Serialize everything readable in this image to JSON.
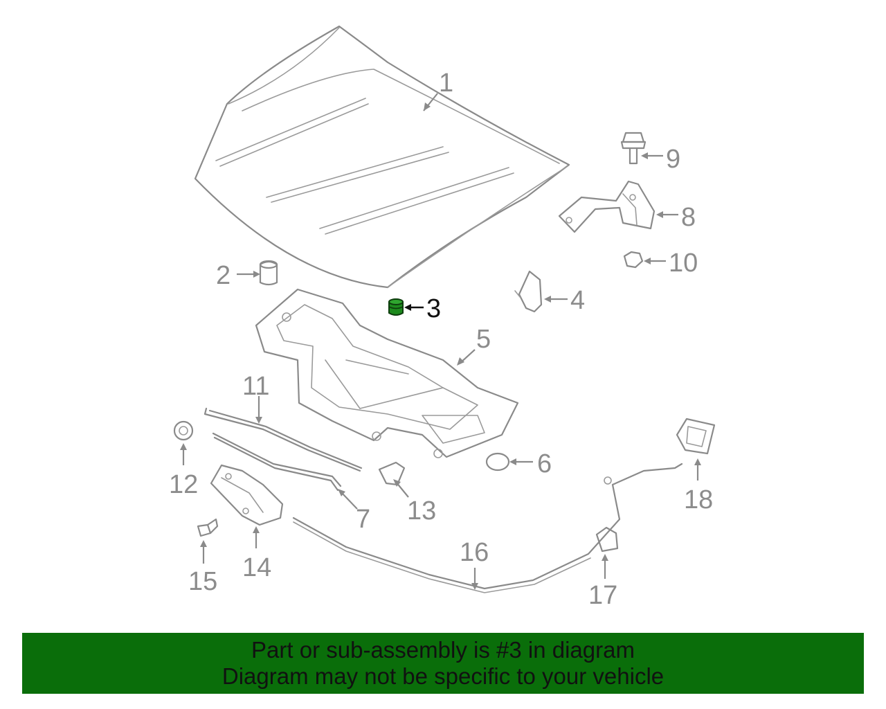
{
  "colors": {
    "banner_bg": "#0a6e0a",
    "highlight_part": "#1d8a1d",
    "line_gray": "#8a8a8a",
    "label_gray": "#8c8c8c",
    "highlight_label": "#111111"
  },
  "highlighted_part": "3",
  "callouts": [
    {
      "id": "1",
      "label": "1"
    },
    {
      "id": "2",
      "label": "2"
    },
    {
      "id": "3",
      "label": "3"
    },
    {
      "id": "4",
      "label": "4"
    },
    {
      "id": "5",
      "label": "5"
    },
    {
      "id": "6",
      "label": "6"
    },
    {
      "id": "7",
      "label": "7"
    },
    {
      "id": "8",
      "label": "8"
    },
    {
      "id": "9",
      "label": "9"
    },
    {
      "id": "10",
      "label": "10"
    },
    {
      "id": "11",
      "label": "11"
    },
    {
      "id": "12",
      "label": "12"
    },
    {
      "id": "13",
      "label": "13"
    },
    {
      "id": "14",
      "label": "14"
    },
    {
      "id": "15",
      "label": "15"
    },
    {
      "id": "16",
      "label": "16"
    },
    {
      "id": "17",
      "label": "17"
    },
    {
      "id": "18",
      "label": "18"
    }
  ],
  "banner": {
    "line1": "Part or sub-assembly is #3 in diagram",
    "line2": "Diagram may not be specific to your vehicle"
  }
}
